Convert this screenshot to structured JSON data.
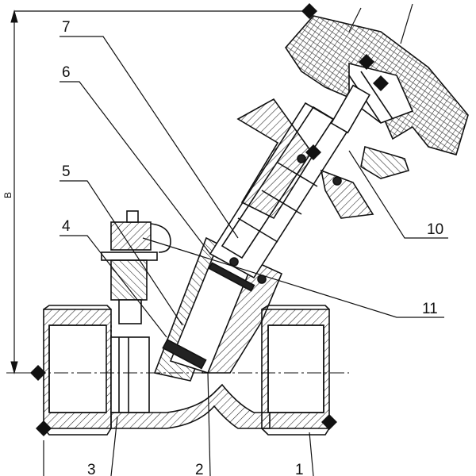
{
  "drawing": {
    "dimension_label": "B",
    "callouts": [
      {
        "id": "1",
        "text": "1"
      },
      {
        "id": "2",
        "text": "2"
      },
      {
        "id": "3",
        "text": "3"
      },
      {
        "id": "4",
        "text": "4"
      },
      {
        "id": "5",
        "text": "5"
      },
      {
        "id": "6",
        "text": "6"
      },
      {
        "id": "7",
        "text": "7"
      },
      {
        "id": "10",
        "text": "10"
      },
      {
        "id": "11",
        "text": "11"
      }
    ],
    "colors": {
      "line": "#111111",
      "background": "#ffffff",
      "hatch": "#222222"
    }
  }
}
